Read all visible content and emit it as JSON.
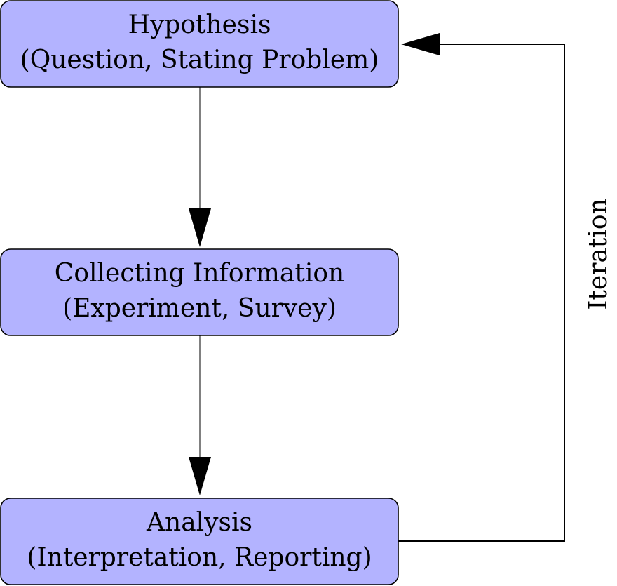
{
  "diagram": {
    "nodes": [
      {
        "id": "hypothesis",
        "line1": "Hypothesis",
        "line2": "(Question, Stating Problem)"
      },
      {
        "id": "collecting",
        "line1": "Collecting Information",
        "line2": "(Experiment, Survey)"
      },
      {
        "id": "analysis",
        "line1": "Analysis",
        "line2": "(Interpretation, Reporting)"
      }
    ],
    "edges": [
      {
        "from": "hypothesis",
        "to": "collecting"
      },
      {
        "from": "collecting",
        "to": "analysis"
      },
      {
        "from": "analysis",
        "to": "hypothesis",
        "label": "Iteration"
      }
    ],
    "colors": {
      "node_fill": "#b3b3ff",
      "node_stroke": "#000000",
      "edge": "#000000",
      "text": "#000000",
      "background": "#ffffff"
    }
  }
}
